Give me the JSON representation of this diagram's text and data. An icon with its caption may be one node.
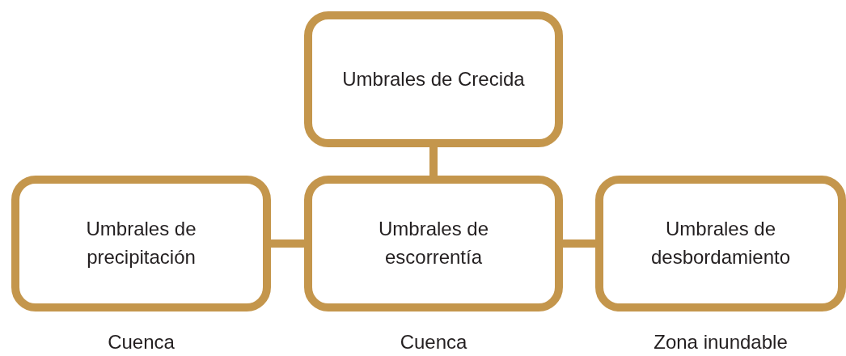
{
  "diagram": {
    "nodes": [
      {
        "text": [
          "Umbrales de Crecida"
        ]
      },
      {
        "text": [
          "Umbrales de precipitación"
        ],
        "beside": [
          "Cuenca"
        ]
      },
      {
        "text": [
          "Umbrales de escorrentía"
        ],
        "beside": [
          "Cuenca"
        ]
      },
      {
        "text": [
          "Umbrales de desbordamiento"
        ],
        "beside": [
          "Zona inundable"
        ]
      }
    ],
    "edges": [
      {
        "from": 0,
        "to": 2,
        "arrow": "none"
      },
      {
        "from": 1,
        "to": 2,
        "arrow": "none"
      },
      {
        "from": 2,
        "to": 3,
        "arrow": "none"
      }
    ]
  }
}
